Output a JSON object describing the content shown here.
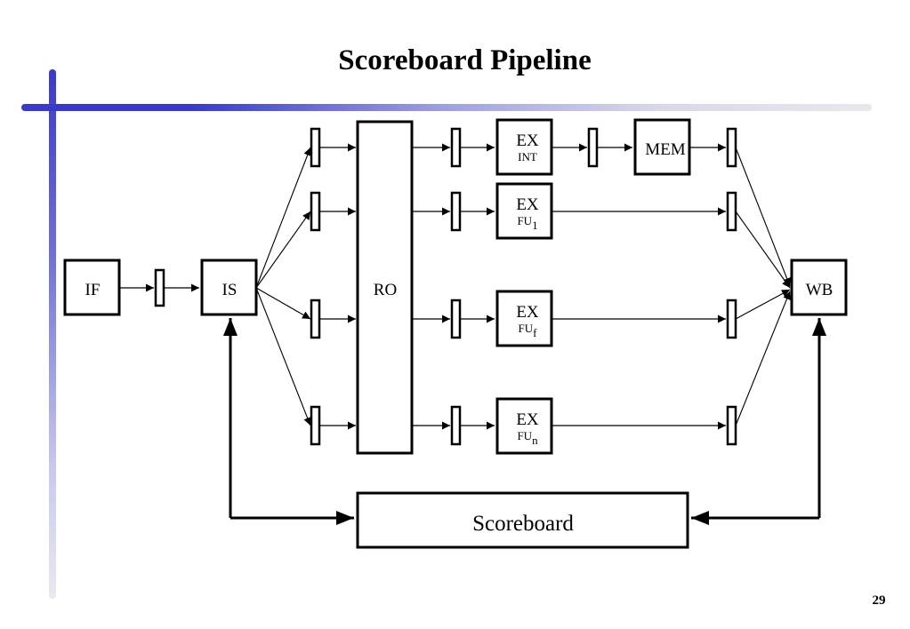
{
  "title": "Scoreboard Pipeline",
  "page_number": "29",
  "stages": {
    "if": "IF",
    "is": "IS",
    "ro": "RO",
    "wb": "WB",
    "mem": "MEM",
    "scoreboard": "Scoreboard"
  },
  "ex_units": [
    {
      "main": "EX",
      "sub": "INT",
      "sub_tail": ""
    },
    {
      "main": "EX",
      "sub": "FU",
      "sub_tail": "1"
    },
    {
      "main": "EX",
      "sub": "FU",
      "sub_tail": "f"
    },
    {
      "main": "EX",
      "sub": "FU",
      "sub_tail": "n"
    }
  ]
}
